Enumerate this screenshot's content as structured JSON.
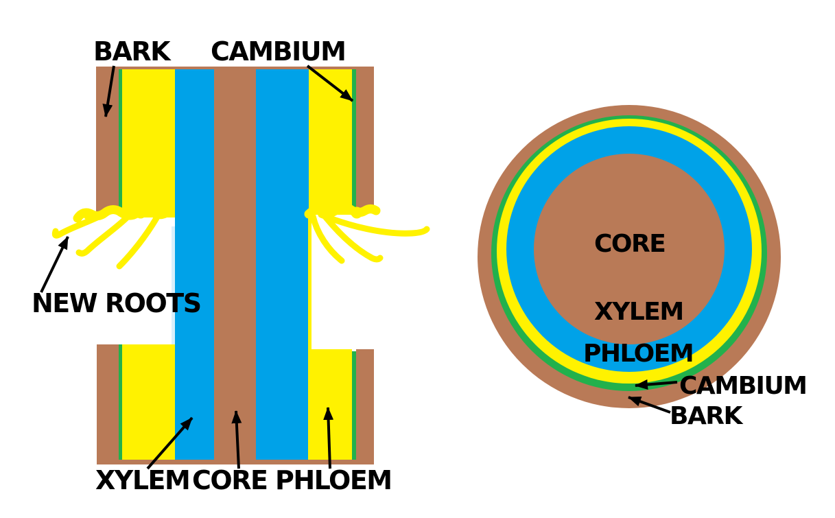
{
  "colors": {
    "bark_brown": "#B97A57",
    "cambium_green": "#22B14C",
    "phloem_yellow": "#FFF200",
    "xylem_blue": "#00A2E8",
    "label_black": "#000000",
    "background": "#FFFFFF"
  },
  "stem_figure": {
    "description": "Girdled stem (air layering) longitudinal section with new roots at the cut",
    "labels": {
      "bark": "BARK",
      "cambium": "CAMBIUM",
      "new_roots": "NEW ROOTS",
      "xylem": "XYLEM",
      "core": "CORE",
      "phloem": "PHLOEM"
    }
  },
  "cross_section_figure": {
    "description": "Stem cross section with concentric layers",
    "labels": {
      "core": "CORE",
      "xylem": "XYLEM",
      "phloem": "PHLOEM",
      "cambium": "CAMBIUM",
      "bark": "BARK"
    }
  }
}
